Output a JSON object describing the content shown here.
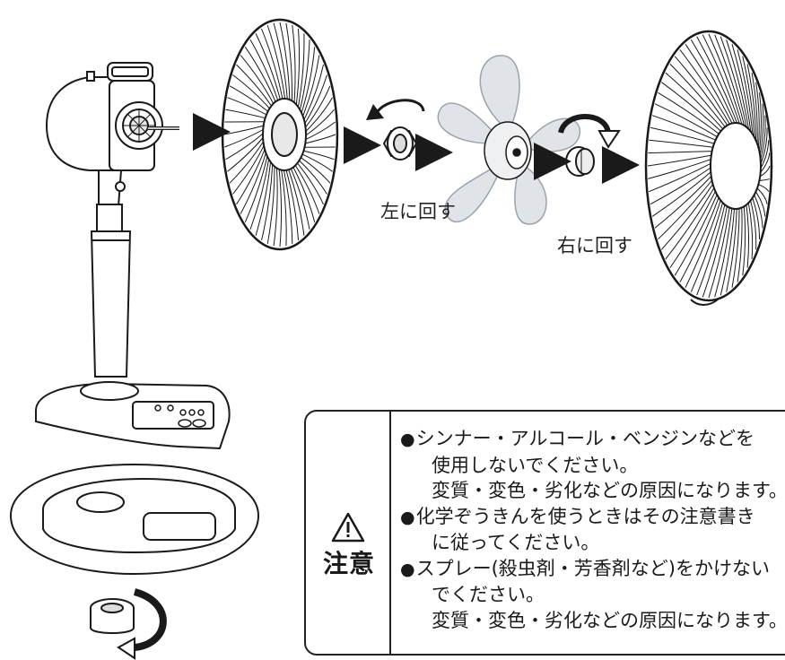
{
  "labels": {
    "rotate_left": "左に回す",
    "rotate_right": "右に回す"
  },
  "caution": {
    "title": "注意",
    "icon": "warning-triangle-icon",
    "items": [
      {
        "bullet": "●",
        "line1": "シンナー・アルコール・ベンジンなどを",
        "line2": "使用しないでください。",
        "line3": "変質・変色・劣化などの原因になります。"
      },
      {
        "bullet": "●",
        "line1": "化学ぞうきんを使うときはその注意書き",
        "line2": "に従ってください。",
        "line3": ""
      },
      {
        "bullet": "●",
        "line1": "スプレー(殺虫剤・芳香剤など)をかけない",
        "line2": "でください。",
        "line3": "変質・変色・劣化などの原因になります。"
      }
    ]
  },
  "colors": {
    "line": "#1a1a1a",
    "blade": "#d6dbe0"
  }
}
